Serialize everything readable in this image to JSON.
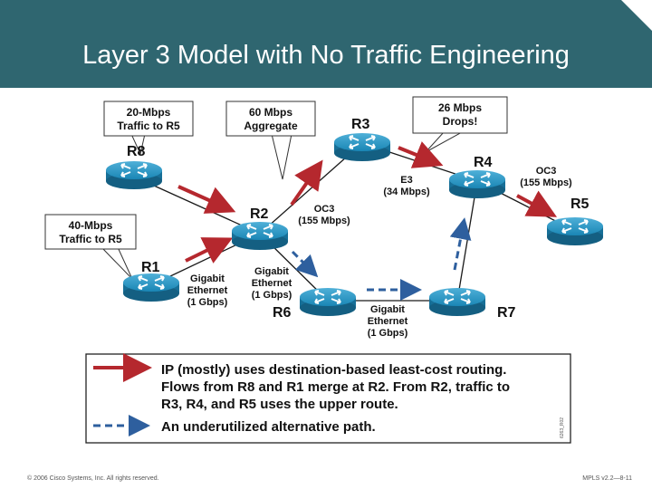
{
  "title": "Layer 3 Model with No Traffic Engineering",
  "routers": {
    "r1": "R1",
    "r2": "R2",
    "r3": "R3",
    "r4": "R4",
    "r5": "R5",
    "r6": "R6",
    "r7": "R7",
    "r8": "R8"
  },
  "callouts": {
    "c1_line1": "20-Mbps",
    "c1_line2": "Traffic to R5",
    "c2_line1": "60 Mbps",
    "c2_line2": "Aggregate",
    "c3_line1": "26 Mbps",
    "c3_line2": "Drops!",
    "c4_line1": "40-Mbps",
    "c4_line2": "Traffic to R5"
  },
  "links": {
    "r2_r3_line1": "OC3",
    "r2_r3_line2": "(155 Mbps)",
    "r3_r4_line1": "E3",
    "r3_r4_line2": "(34 Mbps)",
    "r4_r5_line1": "OC3",
    "r4_r5_line2": "(155 Mbps)",
    "r1_r2_line1": "Gigabit",
    "r1_r2_line2": "Ethernet",
    "r1_r2_line3": "(1 Gbps)",
    "r2_r6_line1": "Gigabit",
    "r2_r6_line2": "Ethernet",
    "r2_r6_line3": "(1 Gbps)",
    "r6_r7_line1": "Gigabit",
    "r6_r7_line2": "Ethernet",
    "r6_r7_line3": "(1 Gbps)"
  },
  "legend": {
    "solid_line1": "IP (mostly) uses destination-based least-cost routing.",
    "solid_line2": "Flows from R8 and R1 merge at R2. From R2, traffic to",
    "solid_line3": "R3, R4, and R5 uses the upper route.",
    "dashed_line1": "An underutilized alternative path.",
    "side_code": "6263_R02"
  },
  "footer": {
    "left": "© 2006 Cisco Systems, Inc. All rights reserved.",
    "right": "MPLS v2.2—8-11"
  },
  "colors": {
    "header_bg": "#2f6670",
    "router": "#1a86b5",
    "primary_arrow": "#b5282e",
    "alt_path": "#2e5f9e"
  }
}
